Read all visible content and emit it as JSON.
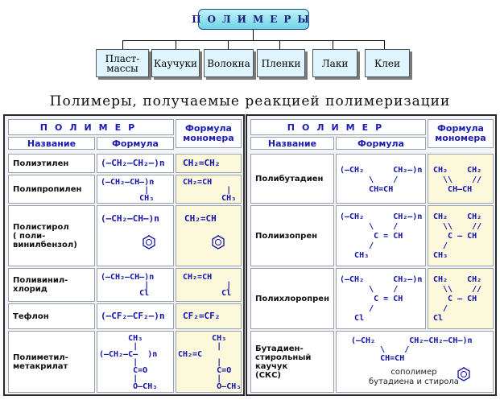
{
  "top": {
    "root_label": "ПОЛИМЕРЫ",
    "categories": [
      "Пласт-\nмассы",
      "Каучуки",
      "Волокна",
      "Пленки",
      "Лаки",
      "Клеи"
    ]
  },
  "subtitle": "Полимеры, получаемые реакцией полимеризации",
  "left_table": {
    "header_polymer": "ПОЛИМЕР",
    "header_monomer": "Формула\nмономера",
    "header_name": "Название",
    "header_formula": "Формула",
    "rows": [
      {
        "name": "Полиэтилен",
        "formula": "(–CH₂–CH₂–)n",
        "monomer": "CH₂=CH₂"
      },
      {
        "name": "Полипропилен",
        "formula": "(–CH₂–CH–)n\n         |\n        CH₃",
        "monomer": "CH₂=CH\n         |\n        CH₃"
      },
      {
        "name": "Полистирол\n( поли-\nвинилбензол)",
        "formula": "(–CH₂–CH–)n",
        "monomer": "CH₂=CH"
      },
      {
        "name": "Поливинил-\nхлорид",
        "formula": "(–CH₂–CH–)n\n         |\n        Cl",
        "monomer": "CH₂=CH\n         |\n        Cl"
      },
      {
        "name": "Тефлон",
        "formula": "(–CF₂–CF₂–)n",
        "monomer": "CF₂=CF₂"
      },
      {
        "name": "Полиметил-\nметакрилат",
        "formula": "      CH₃\n       |\n(–CH₂–C–  )n\n       |\n       C=O\n       |\n       O–CH₃",
        "monomer": "       CH₃\n        |\nCH₂=C\n        |\n        C=O\n        |\n        O–CH₃"
      }
    ]
  },
  "right_table": {
    "header_polymer": "ПОЛИМЕР",
    "header_monomer": "Формула\nмономера",
    "header_name": "Название",
    "header_formula": "Формула",
    "rows": [
      {
        "name": "Полибутадиен",
        "formula": "(–CH₂      CH₂–)n\n      \\    /\n      CH=CH",
        "monomer": "CH₂    CH₂\n  \\\\    //\n   CH–CH"
      },
      {
        "name": "Полиизопрен",
        "formula": "(–CH₂      CH₂–)n\n      \\    /\n       C = CH\n      /\n   CH₃",
        "monomer": "CH₂    CH₂\n  \\\\    //\n   C – CH\n  /\nCH₃"
      },
      {
        "name": "Полихлоропрен",
        "formula": "(–CH₂      CH₂–)n\n      \\    /\n       C = CH\n      /\n   Cl",
        "monomer": "CH₂    CH₂\n  \\\\    //\n   C – CH\n  /\nCl"
      },
      {
        "name": "Бутадиен-\nстирольный\nкаучук\n(СКС)",
        "formula": "(–CH₂       CH₂–CH₂–CH–)n\n      \\    /\n      CH=CH",
        "caption": "сополимер\nбутадиена и стирола"
      }
    ]
  }
}
